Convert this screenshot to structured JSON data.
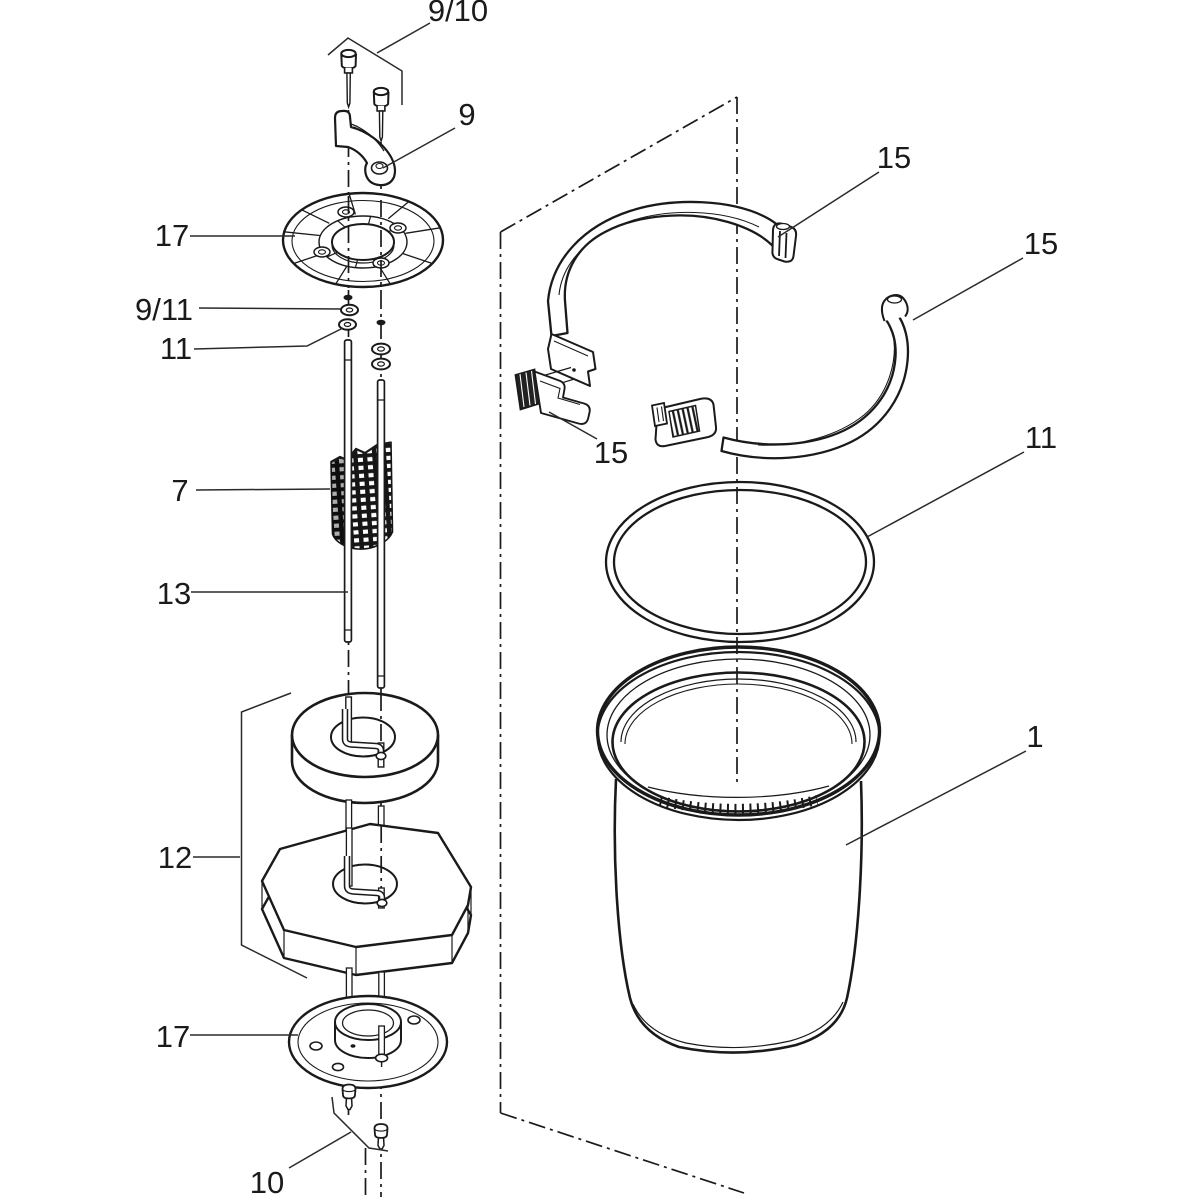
{
  "figure": {
    "kind": "exploded-parts-diagram",
    "background_color": "#ffffff",
    "line_color": "#1a1a1a"
  },
  "labels": {
    "l_9_10": "9/10",
    "l_9": "9",
    "l_17_top": "17",
    "l_9_11": "9/11",
    "l_11_left": "11",
    "l_7": "7",
    "l_13": "13",
    "l_12": "12",
    "l_17_bottom": "17",
    "l_10": "10",
    "l_15_top": "15",
    "l_15_right": "15",
    "l_15_lower_left": "15",
    "l_11_right": "11",
    "l_1": "1"
  }
}
